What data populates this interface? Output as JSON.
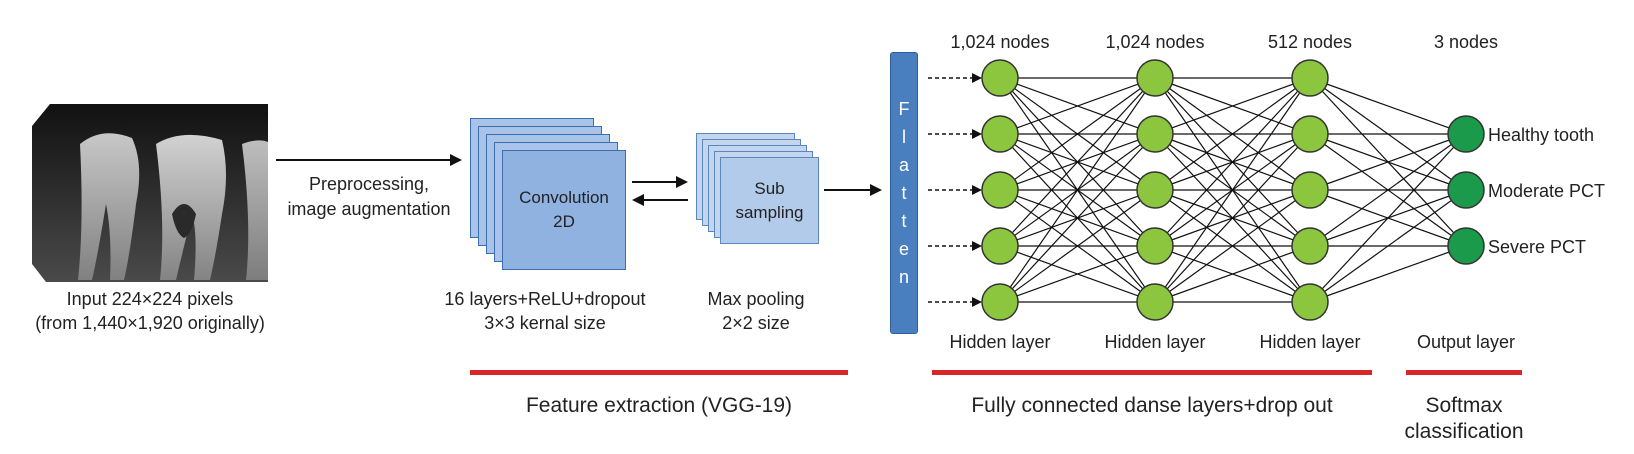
{
  "input": {
    "caption_line1": "Input 224×224 pixels",
    "caption_line2": "(from 1,440×1,920 originally)"
  },
  "preprocessing": {
    "line1": "Preprocessing,",
    "line2": "image augmentation"
  },
  "convolution": {
    "label_line1": "Convolution",
    "label_line2": "2D",
    "caption_line1": "16 layers+ReLU+dropout",
    "caption_line2": "3×3 kernal size"
  },
  "subsampling": {
    "label_line1": "Sub",
    "label_line2": "sampling",
    "caption_line1": "Max pooling",
    "caption_line2": "2×2 size"
  },
  "flatten": {
    "letters": [
      "F",
      "l",
      "a",
      "t",
      "t",
      "e",
      "n"
    ]
  },
  "layers": [
    {
      "node_count_label": "1,024 nodes",
      "layer_label": "Hidden layer",
      "nodes_drawn": 5
    },
    {
      "node_count_label": "1,024 nodes",
      "layer_label": "Hidden layer",
      "nodes_drawn": 5
    },
    {
      "node_count_label": "512 nodes",
      "layer_label": "Hidden layer",
      "nodes_drawn": 5
    },
    {
      "node_count_label": "3 nodes",
      "layer_label": "Output layer",
      "nodes_drawn": 3
    }
  ],
  "outputs": [
    "Healthy tooth",
    "Moderate PCT",
    "Severe PCT"
  ],
  "sections": {
    "feature_extraction": "Feature extraction (VGG-19)",
    "dense": "Fully connected danse layers+drop out",
    "softmax_line1": "Softmax",
    "softmax_line2": "classification"
  },
  "colors": {
    "hidden_node": "#8cc63f",
    "output_node": "#1a9a4a",
    "section_underline": "#d9262b",
    "flatten_bar": "#4a7fbf"
  }
}
